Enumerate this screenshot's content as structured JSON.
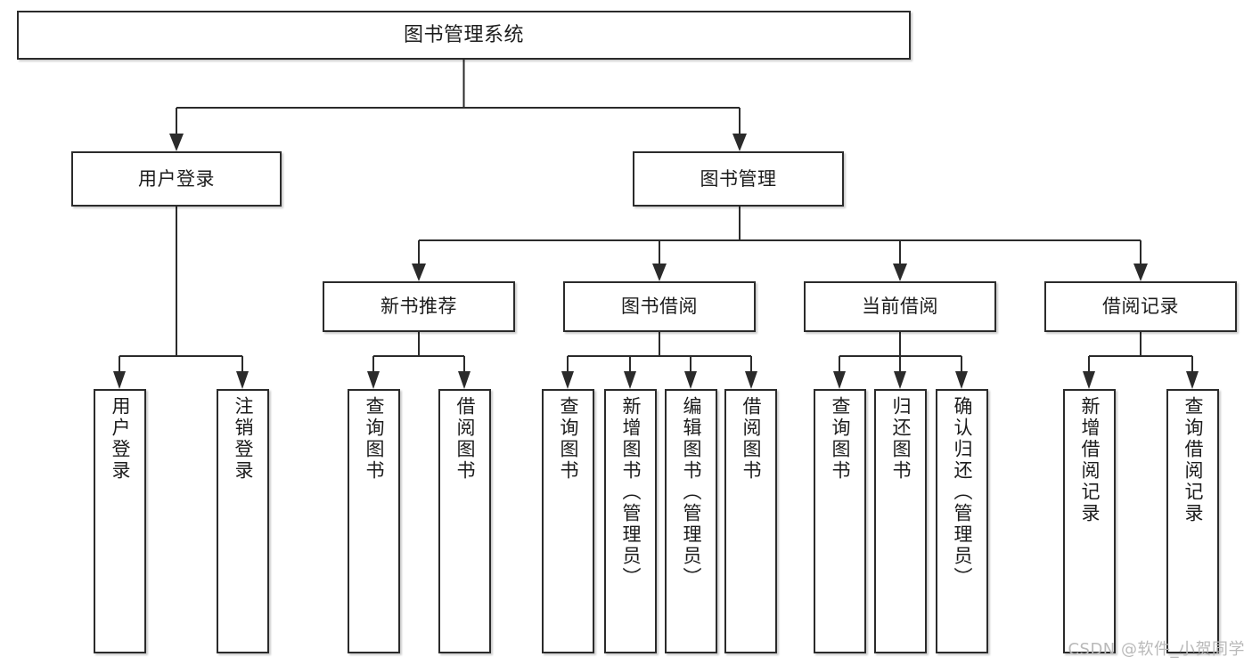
{
  "diagram": {
    "title": "图书管理系统",
    "type": "tree",
    "root": {
      "label": "图书管理系统"
    },
    "level1": [
      {
        "id": "user-login",
        "label": "用户登录"
      },
      {
        "id": "book-manage",
        "label": "图书管理"
      }
    ],
    "level2": [
      {
        "id": "new-book-recommend",
        "label": "新书推荐",
        "parent": "book-manage"
      },
      {
        "id": "book-borrow",
        "label": "图书借阅",
        "parent": "book-manage"
      },
      {
        "id": "current-borrow",
        "label": "当前借阅",
        "parent": "book-manage"
      },
      {
        "id": "borrow-record",
        "label": "借阅记录",
        "parent": "book-manage"
      }
    ],
    "leaves": {
      "user_login": [
        {
          "id": "leaf-user-login",
          "label": "用户登录"
        },
        {
          "id": "leaf-user-logout",
          "label": "注销登录"
        }
      ],
      "new_book_recommend": [
        {
          "id": "leaf-query-book-1",
          "label": "查询图书"
        },
        {
          "id": "leaf-borrow-book-1",
          "label": "借阅图书"
        }
      ],
      "book_borrow": [
        {
          "id": "leaf-query-book-2",
          "label": "查询图书"
        },
        {
          "id": "leaf-add-book",
          "label": "新增图书（管理员）"
        },
        {
          "id": "leaf-edit-book",
          "label": "编辑图书（管理员）"
        },
        {
          "id": "leaf-borrow-book-2",
          "label": "借阅图书"
        }
      ],
      "current_borrow": [
        {
          "id": "leaf-query-book-3",
          "label": "查询图书"
        },
        {
          "id": "leaf-return-book",
          "label": "归还图书"
        },
        {
          "id": "leaf-confirm-return",
          "label": "确认归还（管理员）"
        }
      ],
      "borrow_record": [
        {
          "id": "leaf-add-record",
          "label": "新增借阅记录"
        },
        {
          "id": "leaf-query-record",
          "label": "查询借阅记录"
        }
      ]
    }
  },
  "watermark": {
    "text": "CSDN @软件_小贺同学"
  },
  "colors": {
    "background": "#ffffff",
    "box_border": "#2b2b2b",
    "box_fill": "#ffffff",
    "text": "#1c1c1c",
    "connector": "#2b2b2b",
    "watermark": "#b9b9b9"
  }
}
